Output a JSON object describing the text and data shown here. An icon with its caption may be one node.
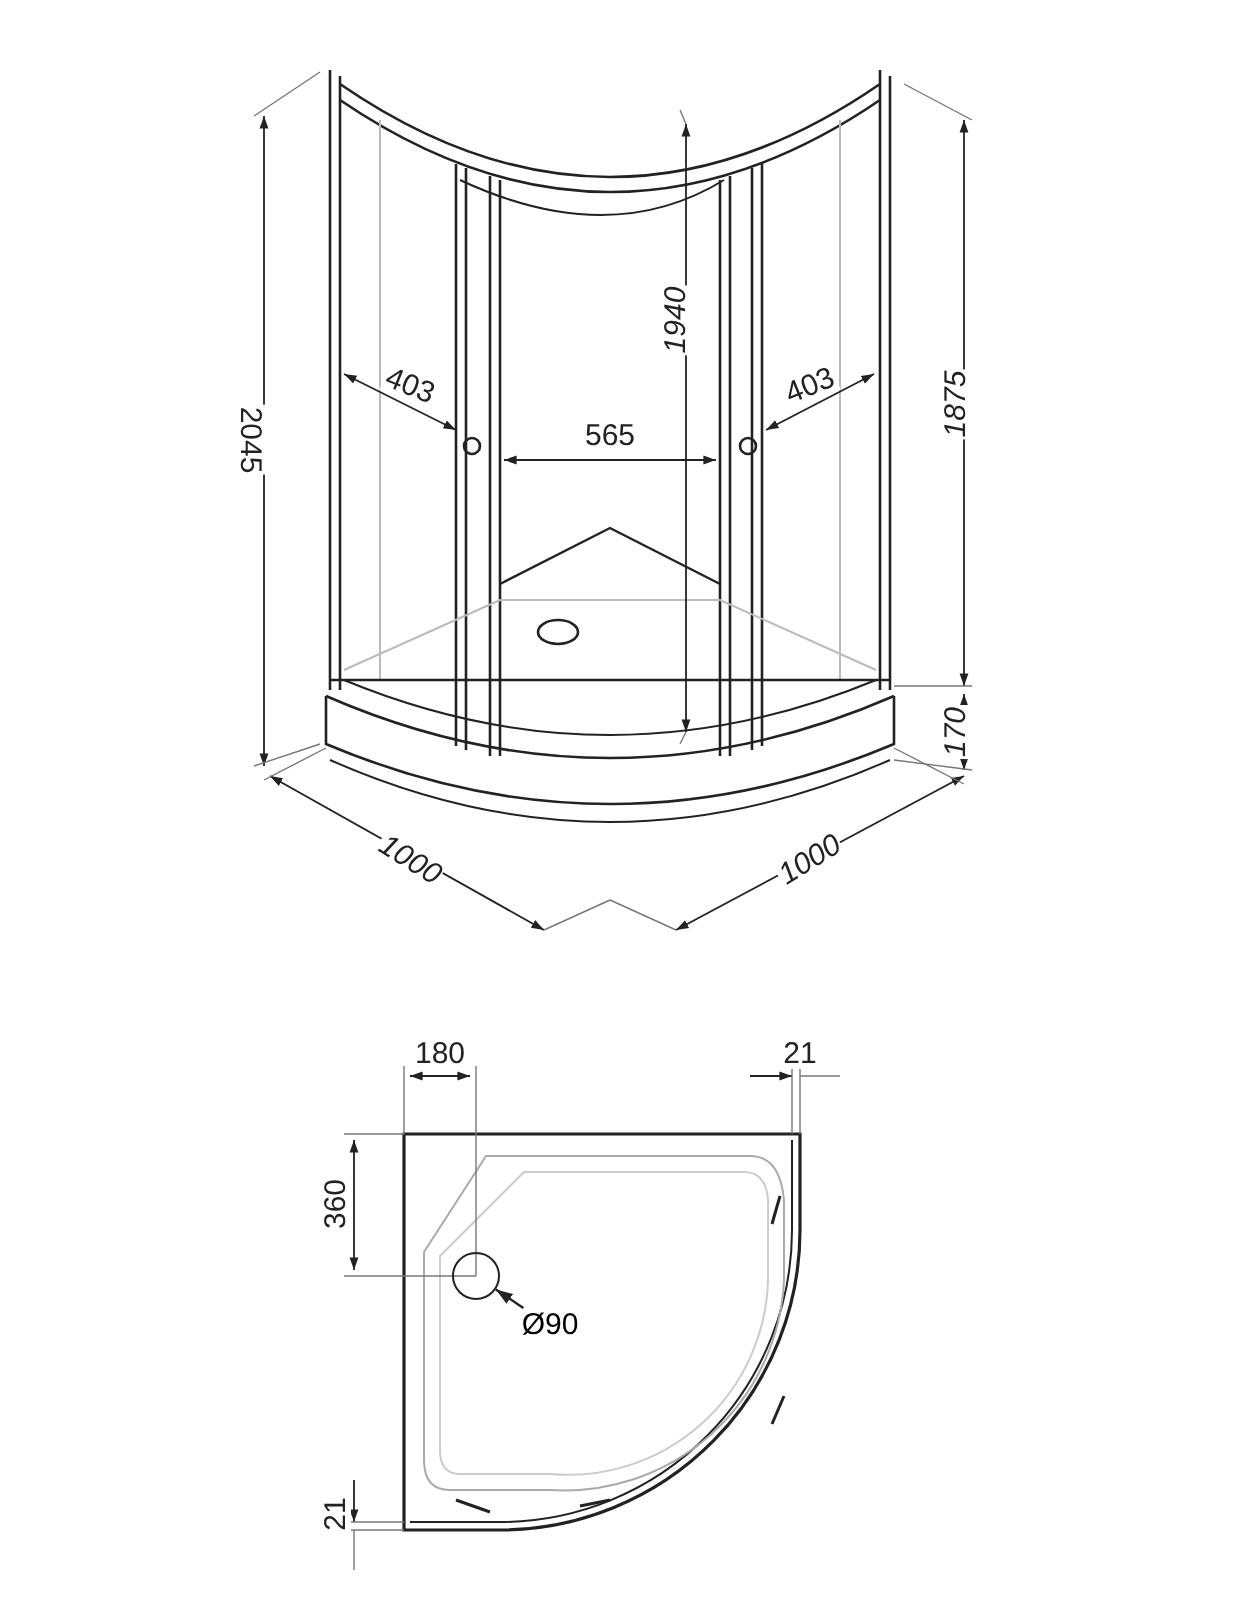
{
  "diagram": {
    "nodes": [
      {
        "text": [
          "Ø90"
        ]
      },
      {
        "text": [],
        "shape": "circle"
      }
    ],
    "edges": [
      {
        "from": 0,
        "to": 1,
        "arrow": "to"
      }
    ],
    "labels": [
      "2045",
      "1940",
      "403",
      "565",
      "403",
      "1875",
      "170",
      "1000",
      "1000",
      "180",
      "21",
      "360",
      "21"
    ]
  }
}
